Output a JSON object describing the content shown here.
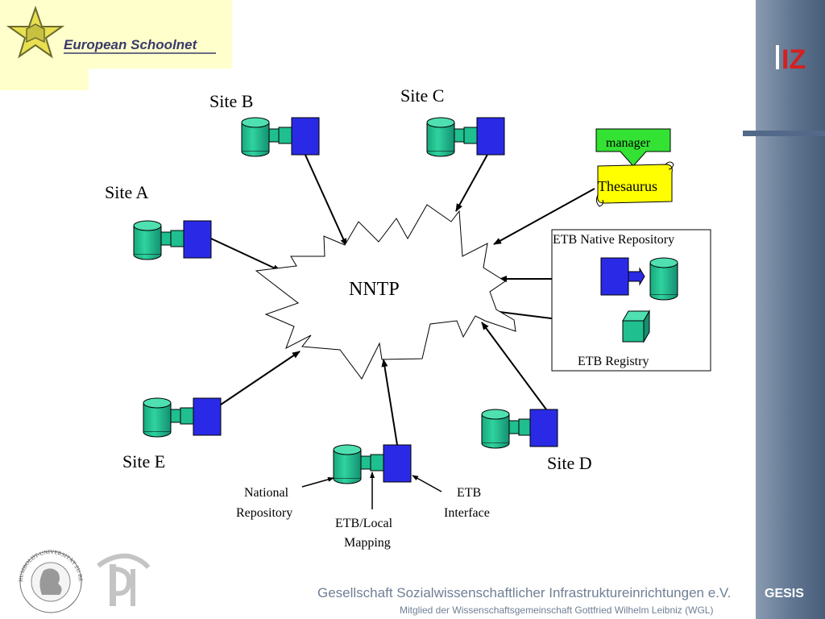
{
  "header": {
    "logo_text": "European Schoolnet",
    "brand_mark": "IZ"
  },
  "diagram": {
    "hub": "NNTP",
    "sites": {
      "a": "Site A",
      "b": "Site B",
      "c": "Site C",
      "d": "Site D",
      "e": "Site E"
    },
    "thesaurus": {
      "manager": "manager",
      "label": "Thesaurus"
    },
    "etb_box": {
      "title": "ETB Native Repository",
      "registry": "ETB Registry"
    },
    "legend": {
      "national_repository_1": "National",
      "national_repository_2": "Repository",
      "mapping_1": "ETB/Local",
      "mapping_2": "Mapping",
      "interface_1": "ETB",
      "interface_2": "Interface"
    }
  },
  "footer": {
    "seal_text": "HUMBOLDT-UNIVERSITÄT ZU BERLIN",
    "line1": "Gesellschaft Sozialwissenschaftlicher Infrastruktureinrichtungen e.V.",
    "line2": "Mitglied der Wissenschaftsgemeinschaft Gottfried Wilhelm Leibniz (WGL)",
    "gesis": "GESIS"
  },
  "colors": {
    "repo_green": "#1fbf8f",
    "site_blue": "#2a2ae6",
    "thesaurus_yellow": "#ffff00",
    "manager_green": "#33e233",
    "logo_bg": "#ffffcc",
    "sidebar": "#5b7089"
  }
}
